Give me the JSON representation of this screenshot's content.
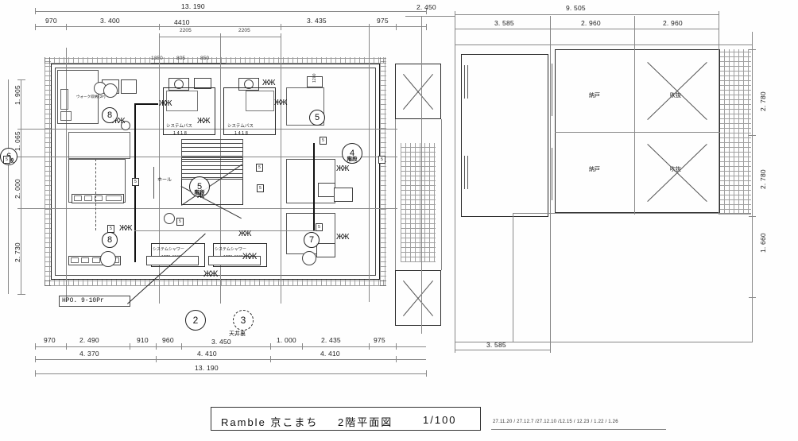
{
  "drawing": {
    "title": "Ramble 京こまち",
    "plan_name": "2階平面図",
    "scale": "1/100",
    "date_stamp": "27.11.20 / 27.12.7 /27.12.10 /12.15 /  12.23  / 1.22 / 1.26"
  },
  "dimensions": {
    "top_overall_left": "13. 190",
    "top_row1": [
      "970",
      "3. 400",
      "4410",
      "3. 435",
      "975"
    ],
    "top_sub": [
      "2205",
      "2205"
    ],
    "top_detail": [
      "1350",
      "805",
      "850"
    ],
    "top_right_gap": "2. 450",
    "top_right_overall": "9. 505",
    "top_right_row": [
      "3. 585",
      "2. 960",
      "2. 960"
    ],
    "left_column": [
      "1. 905",
      "1. 065",
      "2. 000",
      "2. 730"
    ],
    "right_column": [
      "2. 780",
      "2. 780",
      "1. 660"
    ],
    "bottom_row1": [
      "970",
      "2. 490",
      "910",
      "960",
      "3. 450",
      "1. 000",
      "2. 435",
      "975"
    ],
    "bottom_row2": [
      "4. 370",
      "4. 410",
      "4. 410"
    ],
    "bottom_overall": "13. 190",
    "bottom_right": "3. 585"
  },
  "markers": {
    "circle_6": {
      "num": "6",
      "label": "階段"
    },
    "circle_8_top": {
      "num": "8",
      "label": ""
    },
    "circle_8_bottom": {
      "num": "8",
      "label": ""
    },
    "circle_5_room": {
      "num": "5",
      "label": "階段"
    },
    "circle_5_right": {
      "num": "5",
      "label": ""
    },
    "circle_4": {
      "num": "4",
      "label": "階段"
    },
    "circle_7": {
      "num": "7",
      "label": ""
    },
    "circle_2": {
      "num": "2",
      "label": ""
    },
    "circle_3": {
      "num": "3",
      "label": "天井裏"
    }
  },
  "rooms": {
    "hall": "ホール",
    "system_bath_1": {
      "name": "システムバス",
      "size": "1 4 1 8"
    },
    "system_bath_2": {
      "name": "システムバス",
      "size": "1 4 1 8"
    },
    "system_shower_1": {
      "name": "システムシャワー",
      "size": "1770x1340"
    },
    "system_shower_2": {
      "name": "システムシャワー",
      "size": "1770x1340"
    },
    "nando_upper": "納戸",
    "nando_lower": "納戸",
    "fukinuke_upper": "吹抜",
    "fukinuke_lower": "吹抜",
    "closet_note": "ウォーク収納 (2F)"
  },
  "notes": {
    "hpo": "HPO. 9-10Pr",
    "small_dim_1": "1200"
  },
  "colors": {
    "line": "#2b2b2b",
    "thin_line": "#8a8a8a",
    "paper": "#fefefe",
    "text": "#111111"
  }
}
